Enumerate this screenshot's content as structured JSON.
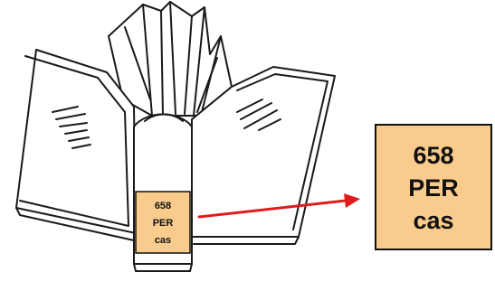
{
  "spine_label": {
    "line1": "658",
    "line2": "PER",
    "line3": "cas"
  },
  "enlarged_label": {
    "line1": "658",
    "line2": "PER",
    "line3": "cas"
  },
  "colors": {
    "label_fill": "#F9CB8C",
    "label_border": "#111111",
    "arrow": "#E01B1B",
    "sketch_line": "#1a1a1a"
  }
}
